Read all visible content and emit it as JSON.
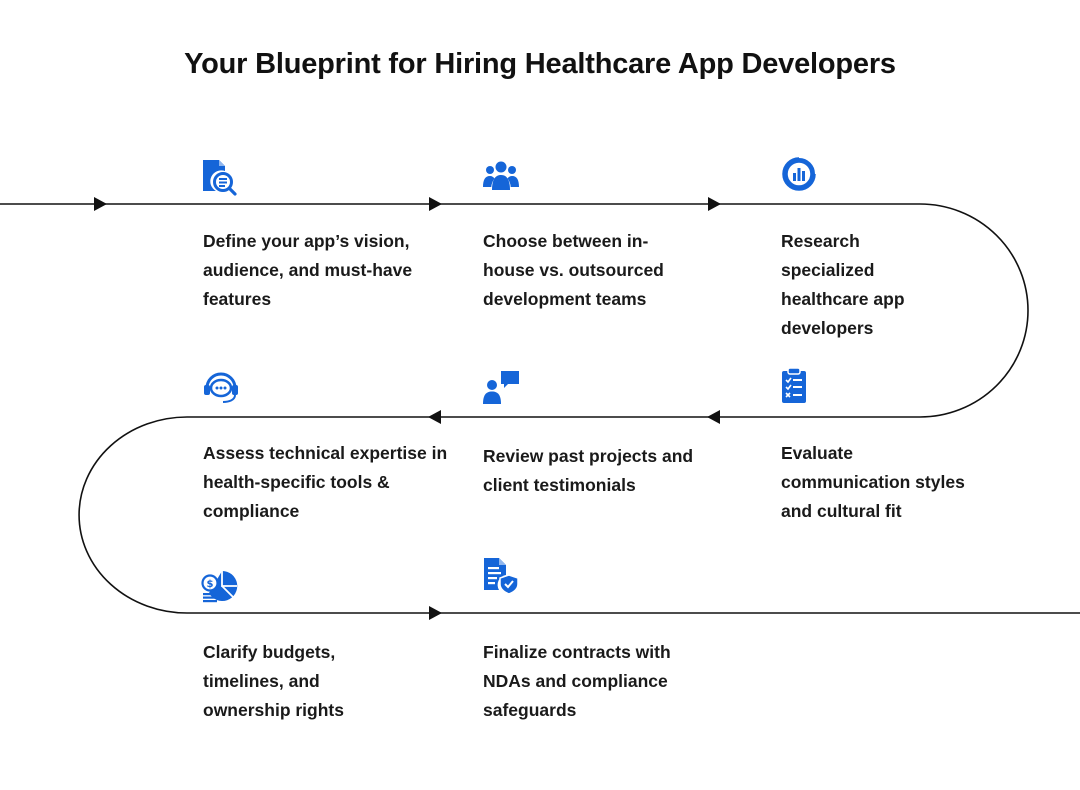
{
  "title": "Your Blueprint for Hiring Healthcare App Developers",
  "accent_color": "#1565d8",
  "line_color": "#111111",
  "steps": [
    {
      "label": "Define your app’s vision, audience, and must-have features",
      "icon": "document-search-icon"
    },
    {
      "label": "Choose between in-house vs. outsourced development teams",
      "icon": "team-icon"
    },
    {
      "label": "Research specialized healthcare app developers",
      "icon": "analytics-chart-icon"
    },
    {
      "label": "Evaluate communication styles and cultural fit",
      "icon": "checklist-clipboard-icon"
    },
    {
      "label": "Review past projects and client testimonials",
      "icon": "user-feedback-icon"
    },
    {
      "label": "Assess technical expertise in health-specific tools & compliance",
      "icon": "support-headset-icon"
    },
    {
      "label": "Clarify budgets, timelines, and ownership rights",
      "icon": "budget-pie-chart-icon"
    },
    {
      "label": "Finalize contracts with NDAs and compliance safeguards",
      "icon": "secure-document-icon"
    }
  ]
}
